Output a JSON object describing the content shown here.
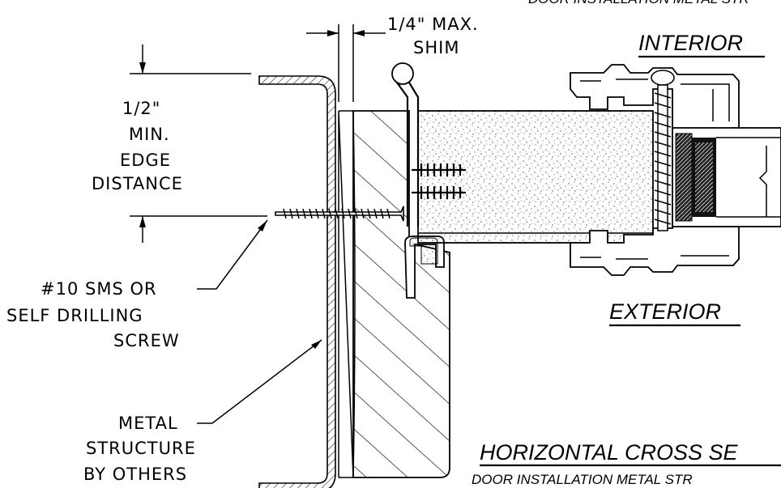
{
  "header_fragment": "DOOR INSTALLATION METAL STR",
  "labels": {
    "shim_line1": "1/4\" MAX.",
    "shim_line2": "SHIM",
    "edge_line1": "1/2\"",
    "edge_line2": "MIN.",
    "edge_line3": "EDGE",
    "edge_line4": "DISTANCE",
    "screw_line1": "#10 SMS OR",
    "screw_line2": "SELF DRILLING",
    "screw_line3": "SCREW",
    "metal_line1": "METAL",
    "metal_line2": "STRUCTURE",
    "metal_line3": "BY OTHERS",
    "interior": "INTERIOR",
    "exterior": "EXTERIOR",
    "section_title": "HORIZONTAL CROSS SE",
    "section_subtitle": "DOOR INSTALLATION METAL STR"
  }
}
